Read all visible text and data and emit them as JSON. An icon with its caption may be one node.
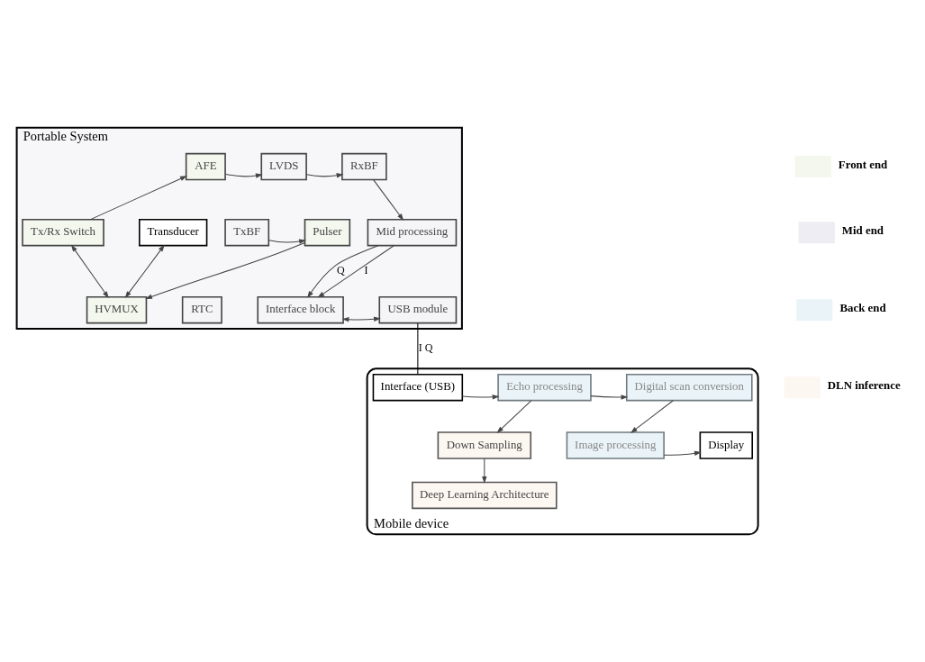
{
  "diagram": {
    "nodes": [
      {
        "text": [
          "Portable System"
        ]
      },
      {
        "text": [
          "Transducer"
        ],
        "in": 0
      },
      {
        "text": [
          "AFE"
        ],
        "in": 0
      },
      {
        "text": [
          "LVDS"
        ],
        "in": 0
      },
      {
        "text": [
          "RxBF"
        ],
        "in": 0
      },
      {
        "text": [
          "Tx/Rx Switch"
        ],
        "in": 0
      },
      {
        "text": [
          "Pulser"
        ],
        "in": 0
      },
      {
        "text": [
          "TxBF"
        ],
        "in": 0
      },
      {
        "text": [
          "Mid processing"
        ],
        "in": 0
      },
      {
        "text": [
          "HVMUX"
        ],
        "in": 0
      },
      {
        "text": [
          "RTC"
        ],
        "in": 0
      },
      {
        "text": [
          "Interface block"
        ],
        "in": 0
      },
      {
        "text": [
          "USB module"
        ],
        "in": 0
      },
      {
        "text": [
          "Mobile device"
        ]
      },
      {
        "text": [
          "Display"
        ],
        "in": 13
      },
      {
        "text": [
          "Digital scan conversion"
        ],
        "in": 13
      },
      {
        "text": [
          "Echo processing"
        ],
        "in": 13
      },
      {
        "text": [
          "Interface (USB)"
        ],
        "in": 13
      },
      {
        "text": [
          "Image processing"
        ],
        "in": 13
      },
      {
        "text": [
          "Down Sampling"
        ],
        "in": 13
      },
      {
        "text": [
          "Deep Learning Architecture"
        ],
        "in": 13
      }
    ],
    "edges": [
      {
        "from": 2,
        "to": 3,
        "arrow": "to"
      },
      {
        "from": 3,
        "to": 4,
        "arrow": "to"
      },
      {
        "from": 5,
        "to": 2,
        "arrow": "to"
      },
      {
        "from": 4,
        "to": 8,
        "arrow": "to"
      },
      {
        "from": 7,
        "to": 6,
        "arrow": "to"
      },
      {
        "from": 5,
        "to": 9,
        "arrow": "both"
      },
      {
        "from": 6,
        "to": 9,
        "arrow": "to"
      },
      {
        "from": 8,
        "to": 11,
        "label": "I",
        "arrow": "to"
      },
      {
        "from": 8,
        "to": 11,
        "label": "Q",
        "arrow": "to"
      },
      {
        "from": 1,
        "to": 9,
        "arrow": "both"
      },
      {
        "from": 11,
        "to": 12,
        "arrow": "both"
      },
      {
        "from": 12,
        "to": 17,
        "label": "I Q",
        "arrow": "none",
        "color": "#000000"
      },
      {
        "from": 17,
        "to": 16,
        "arrow": "to"
      },
      {
        "from": 16,
        "to": 15,
        "arrow": "to"
      },
      {
        "from": 15,
        "to": 18,
        "arrow": "to"
      },
      {
        "from": 16,
        "to": 19,
        "arrow": "to"
      },
      {
        "from": 18,
        "to": 14,
        "arrow": "to"
      },
      {
        "from": 19,
        "to": 20,
        "arrow": "to"
      }
    ],
    "legend": [
      {
        "text": "Front end",
        "color": "#f3f7ee"
      },
      {
        "text": "Mid end",
        "color": "#eeedf4"
      },
      {
        "text": "Back end",
        "color": "#eaf4f8"
      },
      {
        "text": "DLN inference",
        "color": "#fdf7f2"
      }
    ]
  }
}
